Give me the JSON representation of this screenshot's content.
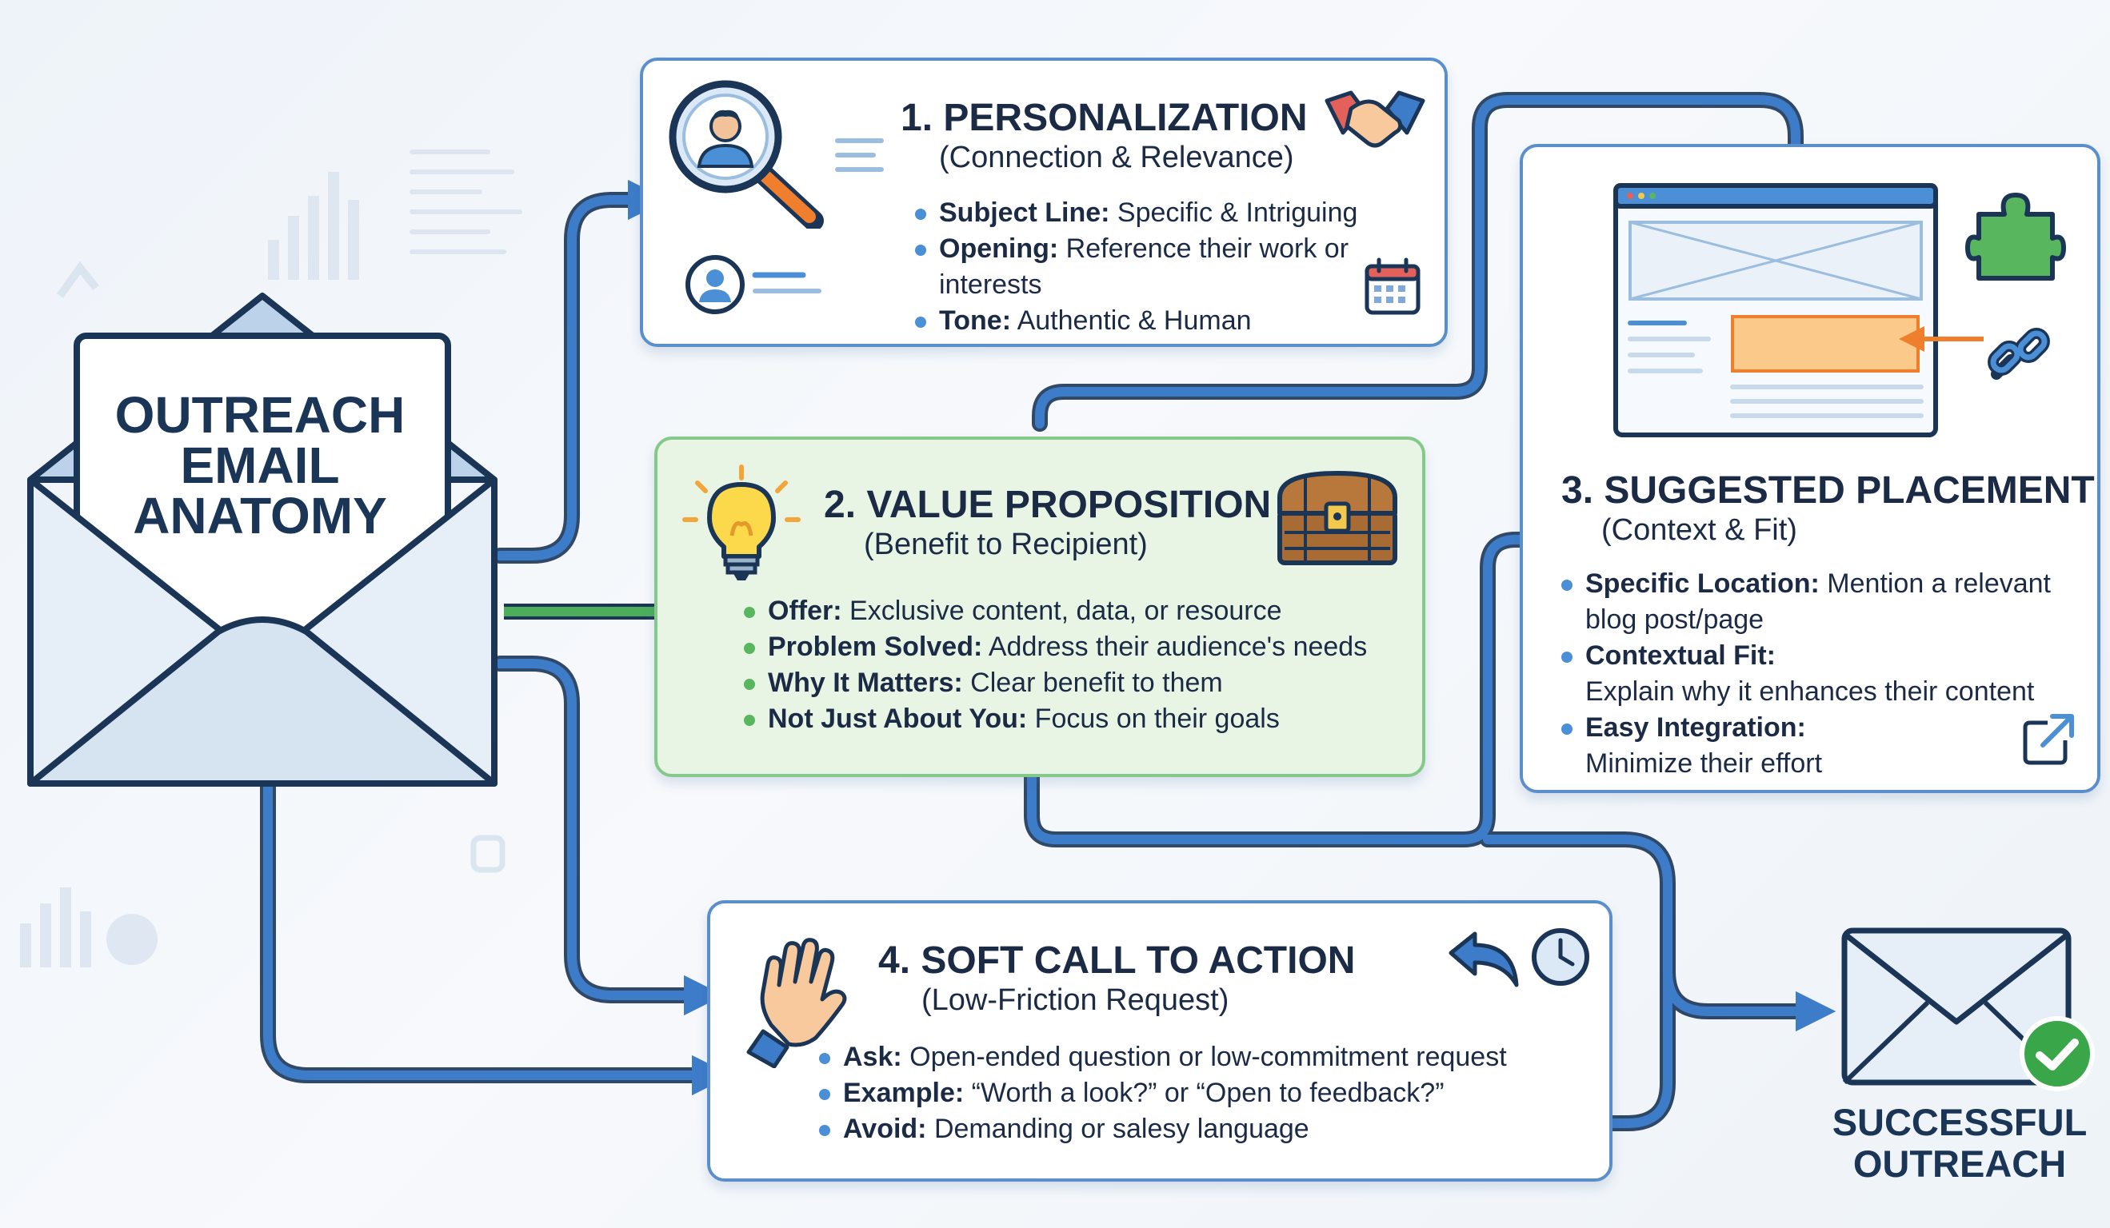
{
  "envelope": {
    "title_lines": [
      "OUTREACH",
      "EMAIL",
      "ANATOMY"
    ]
  },
  "sections": [
    {
      "number_title": "1. PERSONALIZATION",
      "subtitle": "(Connection & Relevance)",
      "bullets": [
        {
          "key": "Subject Line:",
          "value": "Specific & Intriguing"
        },
        {
          "key": "Opening:",
          "value": "Reference their work or interests"
        },
        {
          "key": "Tone:",
          "value": "Authentic & Human"
        }
      ],
      "icons": [
        "magnifier-person-icon",
        "handshake-icon",
        "profile-icon",
        "calendar-icon"
      ]
    },
    {
      "number_title": "2. VALUE PROPOSITION",
      "subtitle": "(Benefit to Recipient)",
      "bullets": [
        {
          "key": "Offer:",
          "value": "Exclusive content, data, or resource"
        },
        {
          "key": "Problem Solved:",
          "value": "Address their audience's needs"
        },
        {
          "key": "Why It Matters:",
          "value": "Clear benefit to them"
        },
        {
          "key": "Not Just About You:",
          "value": "Focus on their goals"
        }
      ],
      "icons": [
        "lightbulb-icon",
        "treasure-chest-icon"
      ]
    },
    {
      "number_title": "3. SUGGESTED PLACEMENT",
      "subtitle": "(Context & Fit)",
      "bullets": [
        {
          "key": "Specific Location:",
          "value": "Mention a relevant blog post/page"
        },
        {
          "key": "Contextual Fit:",
          "value": "Explain why it enhances their content"
        },
        {
          "key": "Easy Integration:",
          "value": "Minimize their effort"
        }
      ],
      "icons": [
        "webpage-mockup-icon",
        "puzzle-piece-icon",
        "link-icon",
        "external-link-icon"
      ]
    },
    {
      "number_title": "4. SOFT CALL TO ACTION",
      "subtitle": "(Low-Friction Request)",
      "bullets": [
        {
          "key": "Ask:",
          "value": "Open-ended question or low-commitment request"
        },
        {
          "key": "Example:",
          "value": "“Worth a look?” or “Open to feedback?”"
        },
        {
          "key": "Avoid:",
          "value": "Demanding or salesy language"
        }
      ],
      "icons": [
        "waving-hand-icon",
        "reply-arrow-icon",
        "clock-icon"
      ]
    }
  ],
  "outcome": {
    "label_lines": [
      "SUCCESSFUL",
      "OUTREACH"
    ],
    "icons": [
      "envelope-icon",
      "checkmark-icon"
    ]
  },
  "colors": {
    "card_border": "#5b8fcb",
    "connector": "#3d7cc9",
    "value_card_fill": "#e8f5e4",
    "value_card_border": "#84c98a",
    "green_arrow": "#4cae5a",
    "check_green": "#3aa64a"
  }
}
